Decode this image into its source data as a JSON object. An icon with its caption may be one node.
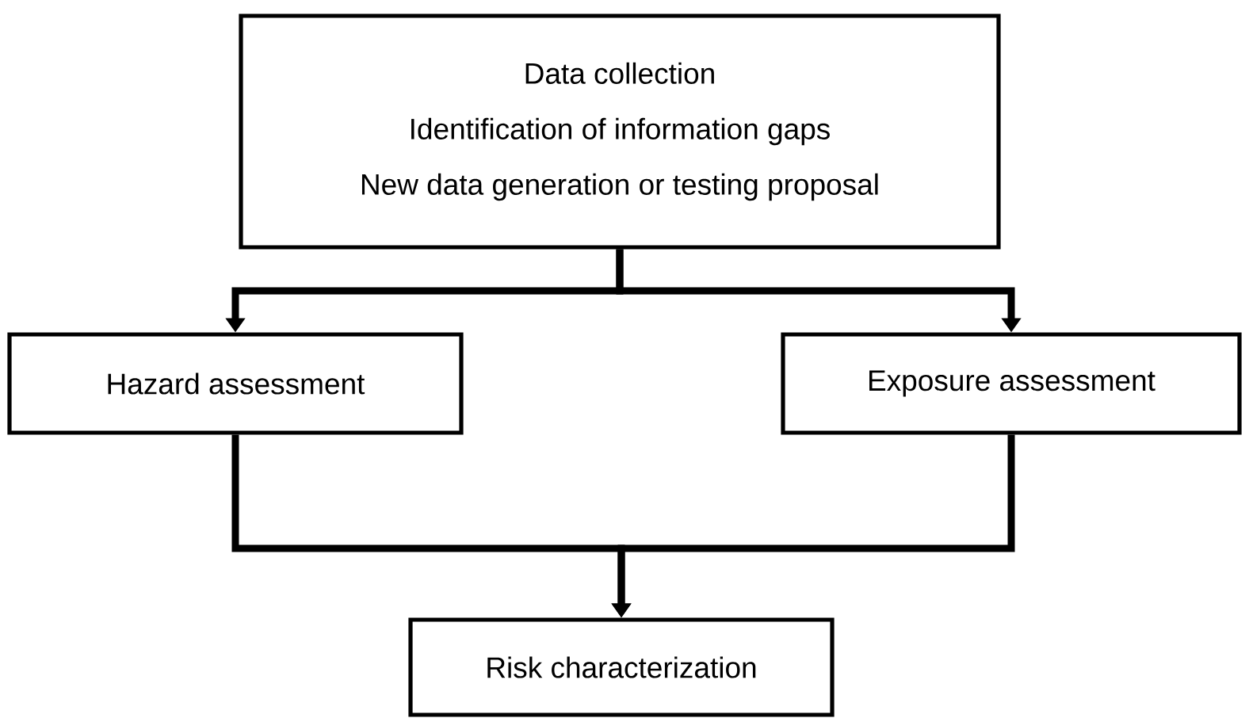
{
  "diagram": {
    "nodes": [
      {
        "text": [
          "Data collection",
          "Identification of information gaps",
          "New data generation or testing proposal"
        ]
      },
      {
        "text": [
          "Hazard assessment"
        ]
      },
      {
        "text": [
          "Exposure assessment"
        ]
      },
      {
        "text": [
          "Risk characterization"
        ]
      }
    ],
    "edges": [
      {
        "from": 0,
        "to": 1,
        "arrow": "to"
      },
      {
        "from": 0,
        "to": 2,
        "arrow": "to"
      },
      {
        "from": 1,
        "to": 3,
        "arrow": "to"
      },
      {
        "from": 2,
        "to": 3,
        "arrow": "to"
      }
    ]
  }
}
